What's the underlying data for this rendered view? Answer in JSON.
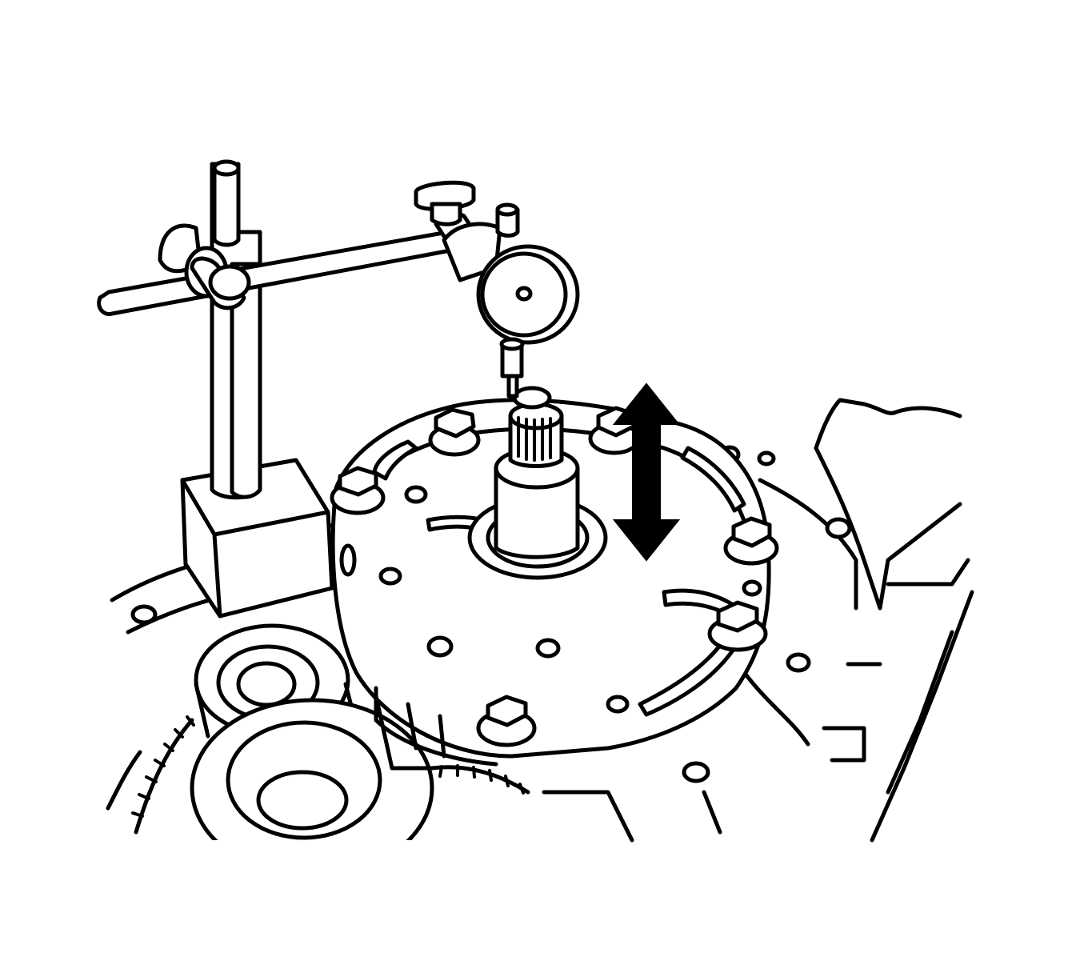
{
  "figure": {
    "background": "#ffffff",
    "line_color": "#000000",
    "components": [
      "magnetic-base",
      "indicator-stand-post",
      "indicator-arm",
      "dial-indicator",
      "input-shaft",
      "oil-pump-cover",
      "cover-bolts",
      "movement-arrow",
      "transaxle-case",
      "differential-bearing",
      "gear-teeth"
    ],
    "arrow": {
      "direction": "vertical",
      "style": "double-headed",
      "fill": "#000000"
    }
  }
}
